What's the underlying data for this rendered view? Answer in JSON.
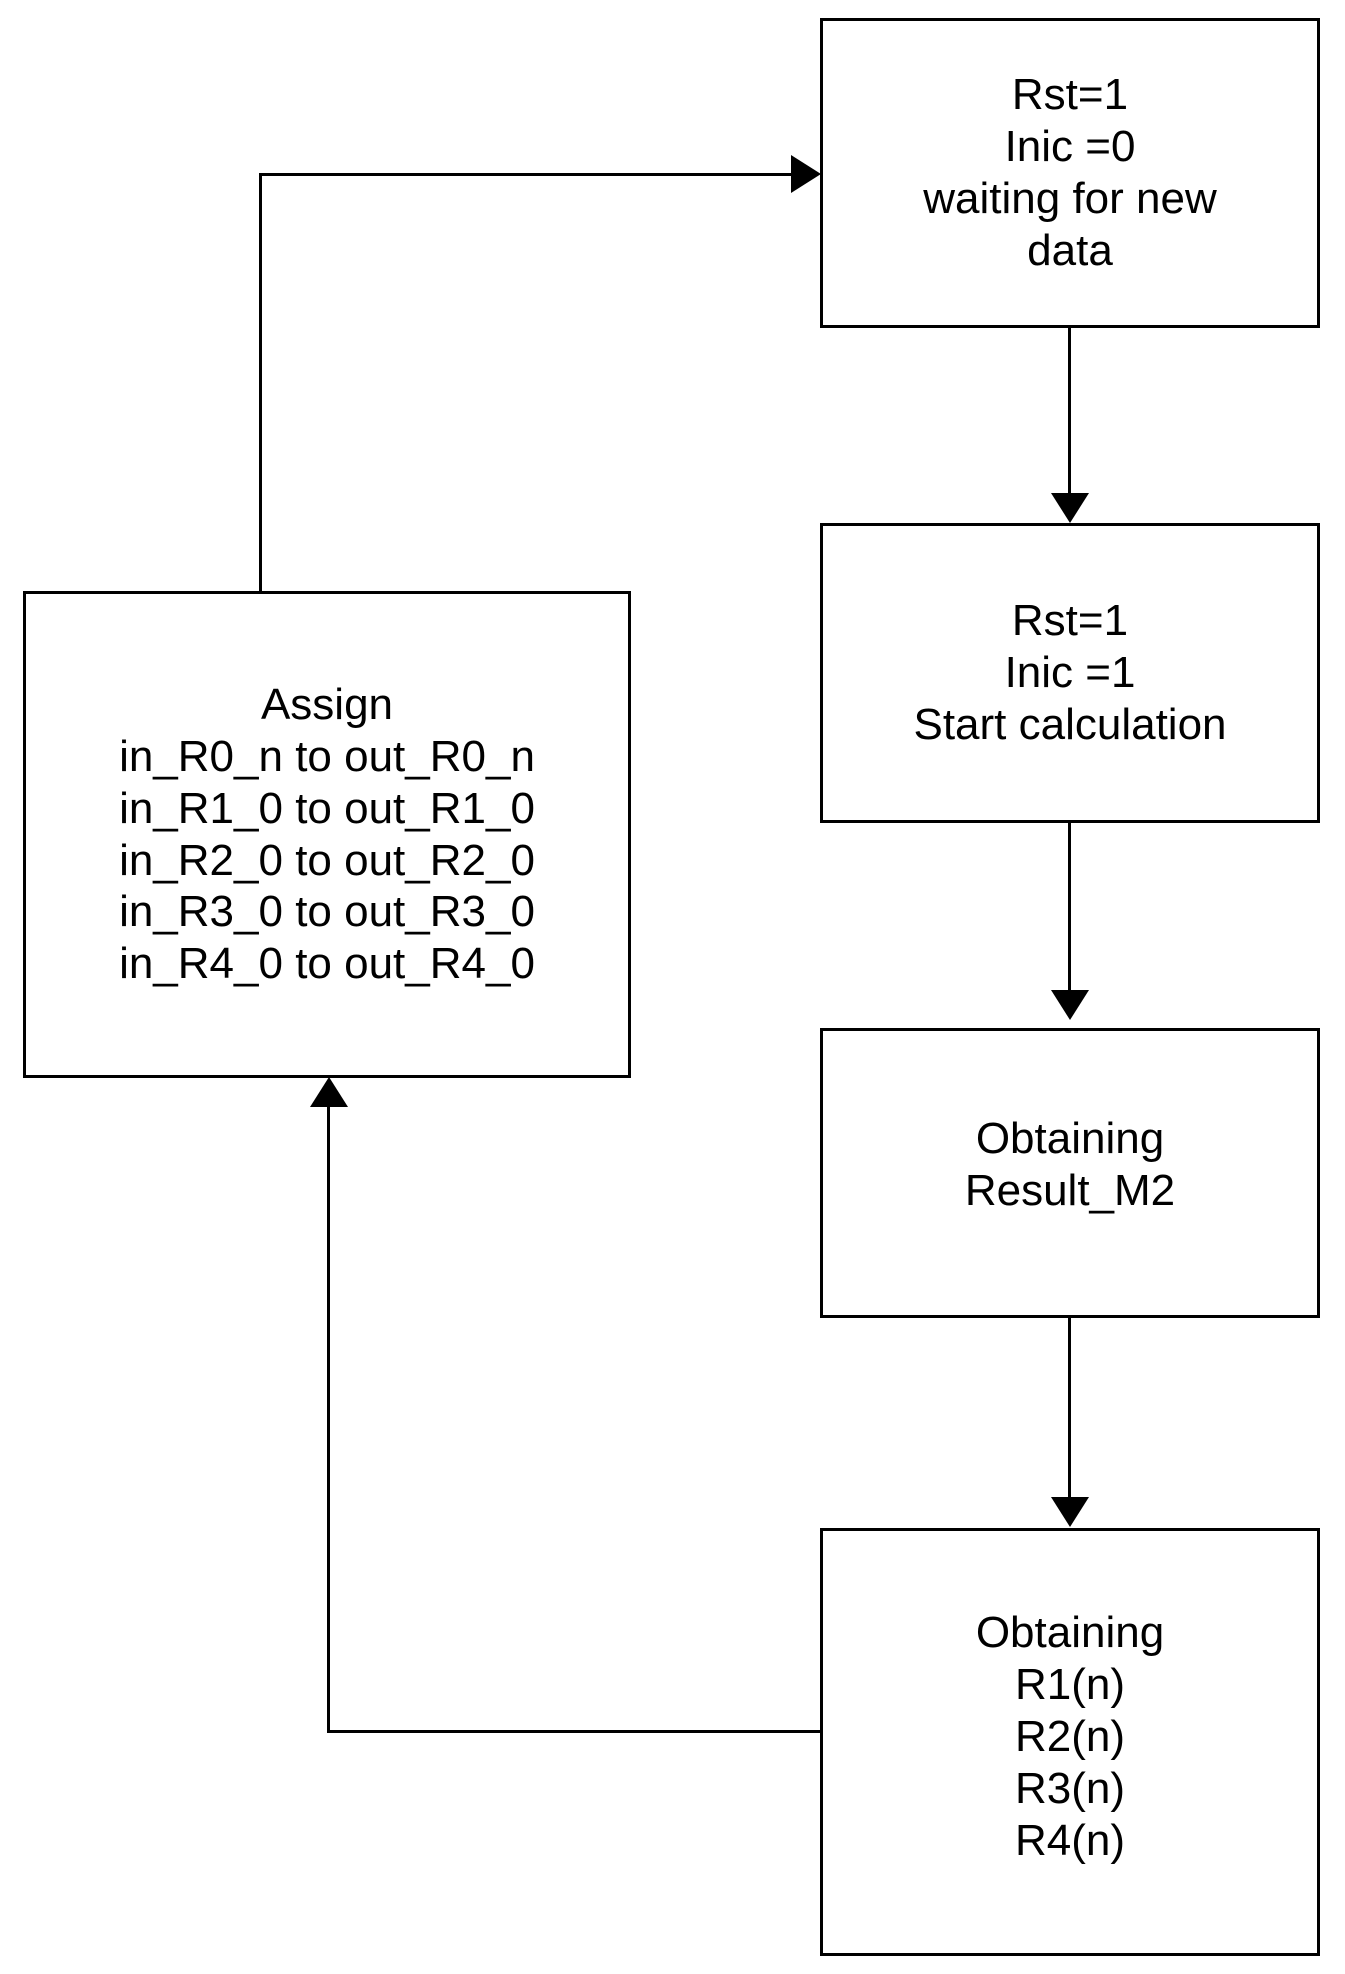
{
  "diagram": {
    "title": "State machine flow diagram",
    "background_color": "#ffffff",
    "stroke_color": "#000000",
    "nodes": {
      "wait": {
        "name": "waiting-for-new-data",
        "lines": [
          "Rst=1",
          "Inic =0",
          "waiting for new",
          "data"
        ]
      },
      "start": {
        "name": "start-calculation",
        "lines": [
          "Rst=1",
          "Inic =1",
          "Start calculation"
        ]
      },
      "result_m2": {
        "name": "obtaining-result-m2",
        "lines": [
          "Obtaining",
          "Result_M2"
        ]
      },
      "obtain_r": {
        "name": "obtaining-r1-r4",
        "lines": [
          "Obtaining",
          "R1(n)",
          "R2(n)",
          "R3(n)",
          "R4(n)"
        ]
      },
      "assign": {
        "name": "assign-block",
        "lines": [
          "Assign",
          "in_R0_n to out_R0_n",
          "in_R1_0 to out_R1_0",
          "in_R2_0 to out_R2_0",
          "in_R3_0 to out_R3_0",
          "in_R4_0 to out_R4_0"
        ]
      }
    },
    "edges": [
      {
        "name": "wait-to-start",
        "from": "wait",
        "to": "start",
        "arrow": "down"
      },
      {
        "name": "start-to-result-m2",
        "from": "start",
        "to": "result_m2",
        "arrow": "down"
      },
      {
        "name": "result-m2-to-obtain-r",
        "from": "result_m2",
        "to": "obtain_r",
        "arrow": "down"
      },
      {
        "name": "obtain-r-to-assign",
        "from": "obtain_r",
        "to": "assign",
        "arrow": "up"
      },
      {
        "name": "assign-to-wait",
        "from": "assign",
        "to": "wait",
        "arrow": "right"
      }
    ]
  }
}
